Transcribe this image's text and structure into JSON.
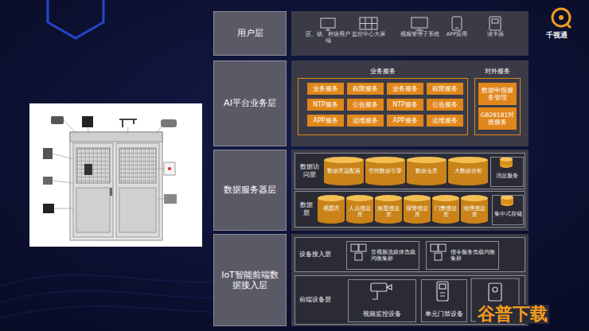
{
  "diagram": {
    "nodes": [
      {
        "text": [
          "用户层"
        ]
      },
      {
        "text": [
          "区、镇、村级用户端"
        ]
      },
      {
        "text": [
          "监控中心大屏"
        ]
      },
      {
        "text": [
          "视频管理子系统"
        ]
      },
      {
        "text": [
          "APP应用"
        ]
      },
      {
        "text": [
          "读卡器"
        ]
      },
      {
        "text": [
          "AI平台业务层"
        ]
      },
      {
        "text": [
          "业务服务"
        ]
      },
      {
        "text": [
          "业务服务"
        ],
        "in": 7
      },
      {
        "text": [
          "权限服务"
        ],
        "in": 7
      },
      {
        "text": [
          "业务服务"
        ],
        "in": 7
      },
      {
        "text": [
          "权限服务"
        ],
        "in": 7
      },
      {
        "text": [
          "NTP服务"
        ],
        "in": 7
      },
      {
        "text": [
          "公告服务"
        ],
        "in": 7
      },
      {
        "text": [
          "NTP服务"
        ],
        "in": 7
      },
      {
        "text": [
          "公告服务"
        ],
        "in": 7
      },
      {
        "text": [
          "APP服务"
        ],
        "in": 7
      },
      {
        "text": [
          "运维服务"
        ],
        "in": 7
      },
      {
        "text": [
          "APP服务"
        ],
        "in": 7
      },
      {
        "text": [
          "运维服务"
        ],
        "in": 7
      },
      {
        "text": [
          "对外服务"
        ]
      },
      {
        "text": [
          "数据申报服务管理"
        ],
        "in": 20
      },
      {
        "text": [
          "GB28181对接服务"
        ],
        "in": 20
      },
      {
        "text": [
          "数据服务器层"
        ]
      },
      {
        "text": [
          "数据访问层"
        ]
      },
      {
        "text": [
          "数据库适配器"
        ],
        "in": 24
      },
      {
        "text": [
          "空间数据引擎"
        ],
        "in": 24
      },
      {
        "text": [
          "数据仓库"
        ],
        "in": 24
      },
      {
        "text": [
          "大数据分析"
        ],
        "in": 24
      },
      {
        "text": [
          "消息服务"
        ],
        "in": 24
      },
      {
        "text": [
          "数据层"
        ]
      },
      {
        "text": [
          "视图库"
        ],
        "in": 30
      },
      {
        "text": [
          "人员信息库"
        ],
        "in": 30
      },
      {
        "text": [
          "房屋信息库"
        ],
        "in": 30
      },
      {
        "text": [
          "报警信息库"
        ],
        "in": 30
      },
      {
        "text": [
          "门禁信息库"
        ],
        "in": 30
      },
      {
        "text": [
          "地理信息库"
        ],
        "in": 30
      },
      {
        "text": [
          "集中式存储"
        ],
        "in": 30
      },
      {
        "text": [
          "IoT智能前端数据接入层"
        ]
      },
      {
        "text": [
          "设备接入层"
        ]
      },
      {
        "text": [
          "音视频流媒体负载均衡集群"
        ],
        "in": 39
      },
      {
        "text": [
          "信令服务负载均衡集群"
        ],
        "in": 39
      },
      {
        "text": [
          "前端设备层"
        ]
      },
      {
        "text": [
          "视频监控设备"
        ],
        "in": 42
      },
      {
        "text": [
          "单元门禁设备"
        ],
        "in": 42
      }
    ],
    "labels": [
      "千视通",
      "谷普下载"
    ]
  }
}
